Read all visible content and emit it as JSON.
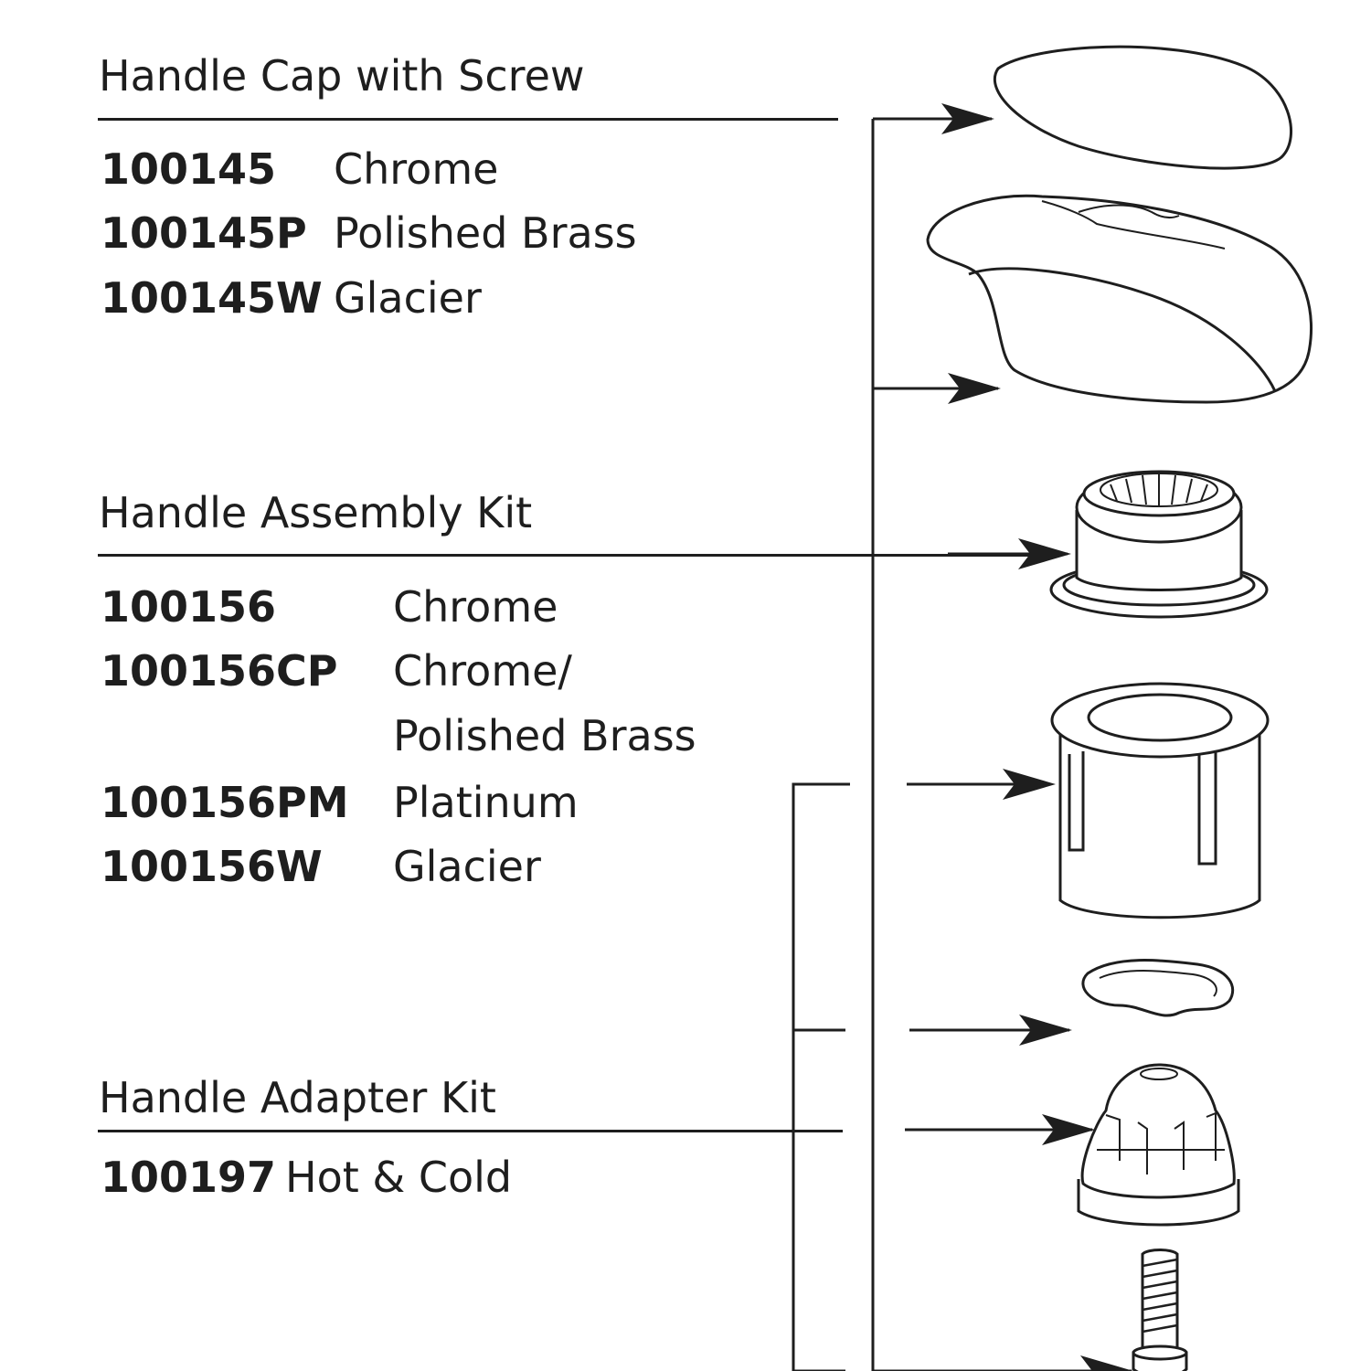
{
  "sections": [
    {
      "title": "Handle Cap with Screw",
      "parts": [
        {
          "number": "100145",
          "finish": "Chrome"
        },
        {
          "number": "100145P",
          "finish": "Polished Brass"
        },
        {
          "number": "100145W",
          "finish": "Glacier"
        }
      ]
    },
    {
      "title": "Handle Assembly Kit",
      "parts": [
        {
          "number": "100156",
          "finish": "Chrome"
        },
        {
          "number": "100156CP",
          "finish": "Chrome/",
          "finish2": "Polished Brass"
        },
        {
          "number": "100156PM",
          "finish": "Platinum"
        },
        {
          "number": "100156W",
          "finish": "Glacier"
        }
      ]
    },
    {
      "title": "Handle Adapter Kit",
      "parts": [
        {
          "number": "100197",
          "finish": "Hot & Cold"
        }
      ]
    }
  ],
  "components": [
    "handle-cap",
    "handle-body",
    "handle-insert",
    "adapter-sleeve",
    "gasket",
    "handle-adapter",
    "screw"
  ]
}
